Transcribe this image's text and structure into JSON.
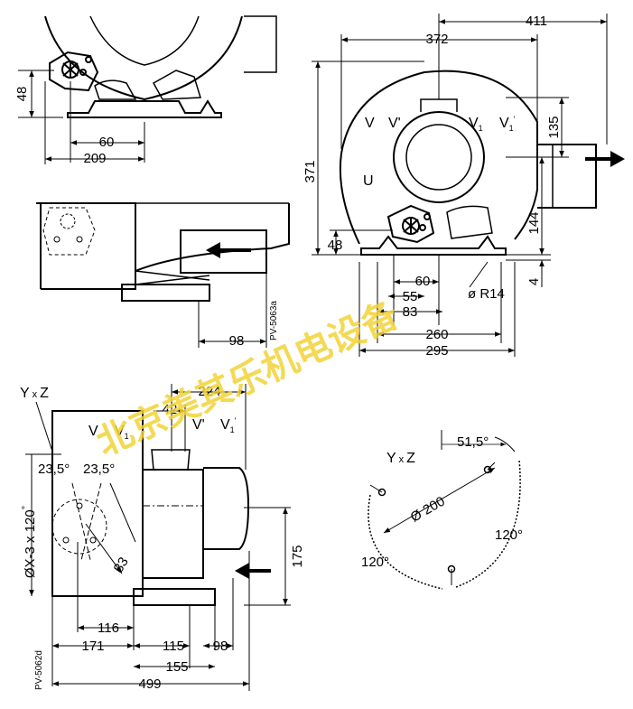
{
  "views": {
    "top_left": {
      "dims": [
        "48",
        "60",
        "209"
      ]
    },
    "middle_left": {
      "dims": [
        "98"
      ],
      "ref": "PV-5063a"
    },
    "top_right": {
      "dims": [
        "411",
        "372",
        "371",
        "135",
        "144",
        "48",
        "4",
        "60",
        "55",
        "83",
        "260",
        "295"
      ],
      "radius": "ø R14",
      "labels": {
        "v": "V",
        "v_prime": "V'",
        "v1": "V",
        "v1_sub": "1",
        "v1_prime": "V",
        "v1_prime_sub": "1",
        "v1_prime_sup": "'",
        "u": "U"
      }
    },
    "bottom_left": {
      "axis": "Y",
      "axis_x": "x",
      "axis_z": "Z",
      "angle_left": "23,5°",
      "angle_right": "23,5°",
      "bolt": "ØX-3 x 120",
      "bolt_deg": "°",
      "diag": "83",
      "dims": [
        "224",
        "42",
        "175",
        "116",
        "171",
        "115",
        "98",
        "155",
        "499"
      ],
      "labels": {
        "v": "V",
        "v1": "V",
        "v1_sub": "1",
        "v_prime": "V'",
        "v1_prime": "V",
        "v1_prime_sub": "1",
        "v1_prime_sup": "'"
      },
      "ref": "PV-5062d"
    },
    "bottom_right": {
      "axis": "Y",
      "axis_x": "x",
      "axis_z": "Z",
      "angle": "51,5°",
      "diameter": "Ø 200",
      "angle_a": "120°",
      "angle_b": "120°"
    }
  },
  "watermark": "北京美其乐机电设备",
  "colors": {
    "line": "#000000",
    "watermark": "#f2d338",
    "background": "#ffffff"
  }
}
